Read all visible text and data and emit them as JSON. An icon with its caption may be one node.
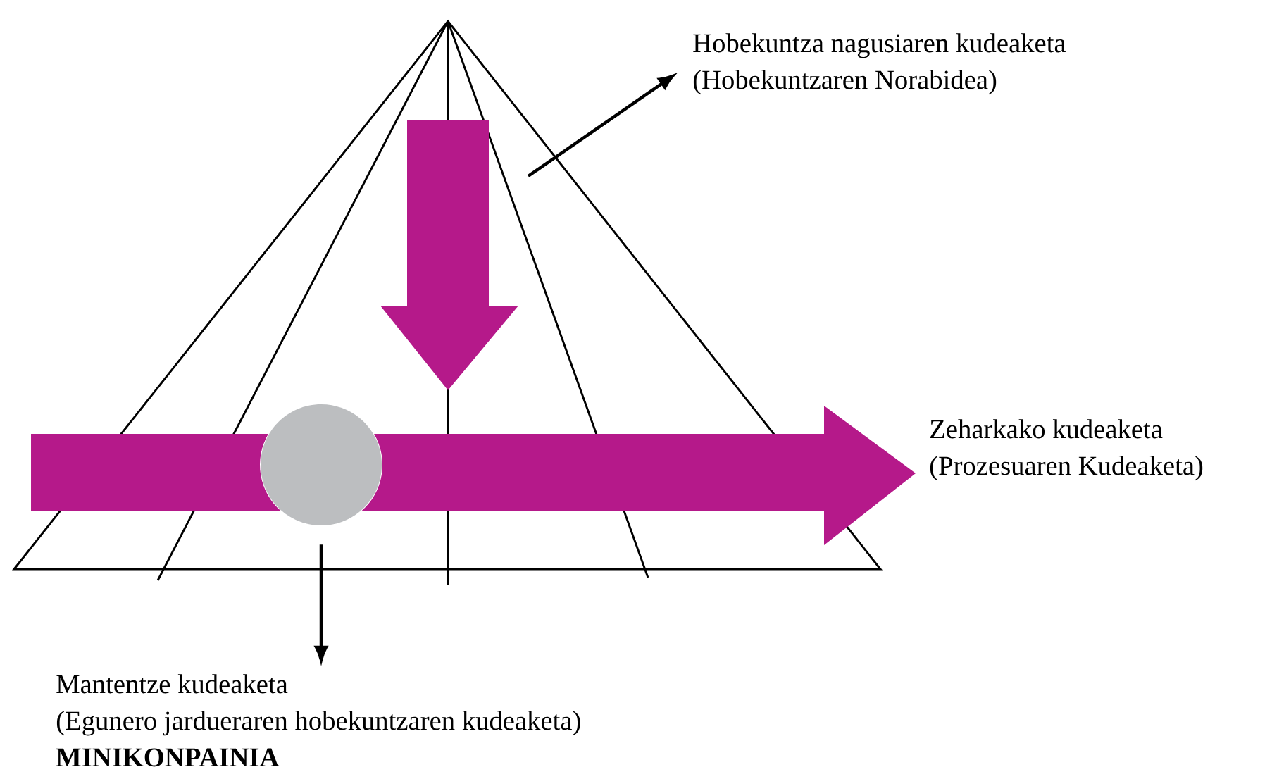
{
  "diagram": {
    "nodes": [
      {
        "text": [
          "Hobekuntza nagusiaren kudeaketa",
          "(Hobekuntzaren Norabidea)"
        ]
      },
      {
        "text": [
          "Zeharkako kudeaketa",
          "(Prozesuaren Kudeaketa)"
        ]
      },
      {
        "text": [
          "Mantentze kudeaketa",
          "(Egunero jardueraren hobekuntzaren kudeaketa)",
          "MINIKONPAINIA"
        ]
      },
      {
        "text": [],
        "shape": "circle"
      }
    ],
    "edges": [
      {
        "from": null,
        "to": 0,
        "arrow": "to"
      },
      {
        "from": 3,
        "to": 2,
        "arrow": "to"
      }
    ]
  }
}
